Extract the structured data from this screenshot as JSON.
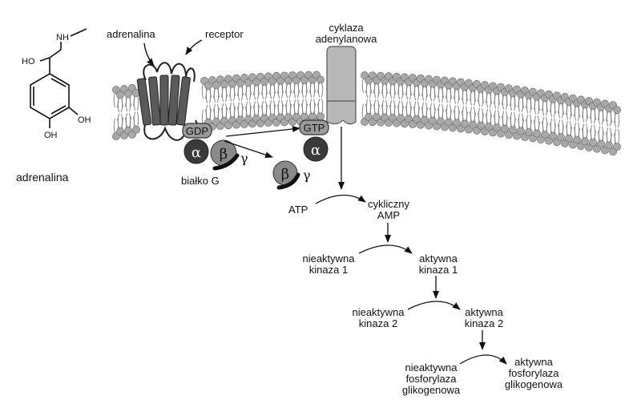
{
  "molecule": {
    "name": "adrenalina",
    "groups": {
      "amine": "NH",
      "oh_side": "HO",
      "oh_ring_right": "OH",
      "oh_ring_bottom": "OH"
    }
  },
  "membrane": {
    "adrenaline_label": "adrenalina",
    "receptor_label": "receptor",
    "cyclase_label_line1": "cyklaza",
    "cyclase_label_line2": "adenylanowa"
  },
  "g_protein": {
    "label": "białko G",
    "gdp": "GDP",
    "gtp": "GTP",
    "alpha": "α",
    "beta": "β",
    "gamma": "γ"
  },
  "cascade": {
    "atp": "ATP",
    "camp_line1": "cykliczny",
    "camp_line2": "AMP",
    "k1_inactive_line1": "nieaktywna",
    "k1_inactive_line2": "kinaza 1",
    "k1_active_line1": "aktywna",
    "k1_active_line2": "kinaza 1",
    "k2_inactive_line1": "nieaktywna",
    "k2_inactive_line2": "kinaza 2",
    "k2_active_line1": "aktywna",
    "k2_active_line2": "kinaza 2",
    "ph_inactive_line1": "nieaktywna",
    "ph_inactive_line2": "fosforylaza",
    "ph_inactive_line3": "glikogenowa",
    "ph_active_line1": "aktywna",
    "ph_active_line2": "fosforylaza",
    "ph_active_line3": "glikogenowa"
  },
  "colors": {
    "membrane_head": "#a8a8a8",
    "receptor": "#555555",
    "cyclase": "#b0b0b0",
    "alpha": "#3a3a3a",
    "beta": "#8a8a8a"
  }
}
